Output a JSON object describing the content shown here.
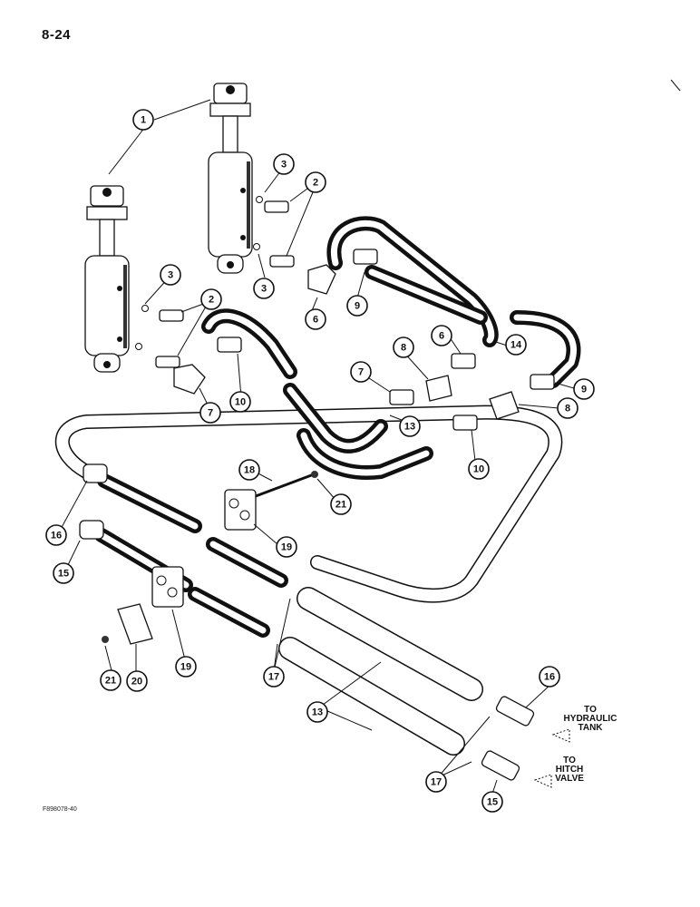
{
  "page": {
    "number": "8-24",
    "figure_code": "F898078-40"
  },
  "destinations": {
    "tank_line1": "TO",
    "tank_line2": "HYDRAULIC",
    "tank_line3": "TANK",
    "hitch_line1": "TO",
    "hitch_line2": "HITCH",
    "hitch_line3": "VALVE"
  },
  "callouts": [
    {
      "label": "1"
    },
    {
      "label": "3"
    },
    {
      "label": "2"
    },
    {
      "label": "3"
    },
    {
      "label": "3"
    },
    {
      "label": "2"
    },
    {
      "label": "6"
    },
    {
      "label": "9"
    },
    {
      "label": "6"
    },
    {
      "label": "14"
    },
    {
      "label": "8"
    },
    {
      "label": "7"
    },
    {
      "label": "10"
    },
    {
      "label": "7"
    },
    {
      "label": "13"
    },
    {
      "label": "9"
    },
    {
      "label": "8"
    },
    {
      "label": "10"
    },
    {
      "label": "18"
    },
    {
      "label": "21"
    },
    {
      "label": "16"
    },
    {
      "label": "19"
    },
    {
      "label": "15"
    },
    {
      "label": "21"
    },
    {
      "label": "20"
    },
    {
      "label": "19"
    },
    {
      "label": "17"
    },
    {
      "label": "13"
    },
    {
      "label": "16"
    },
    {
      "label": "17"
    },
    {
      "label": "15"
    }
  ]
}
